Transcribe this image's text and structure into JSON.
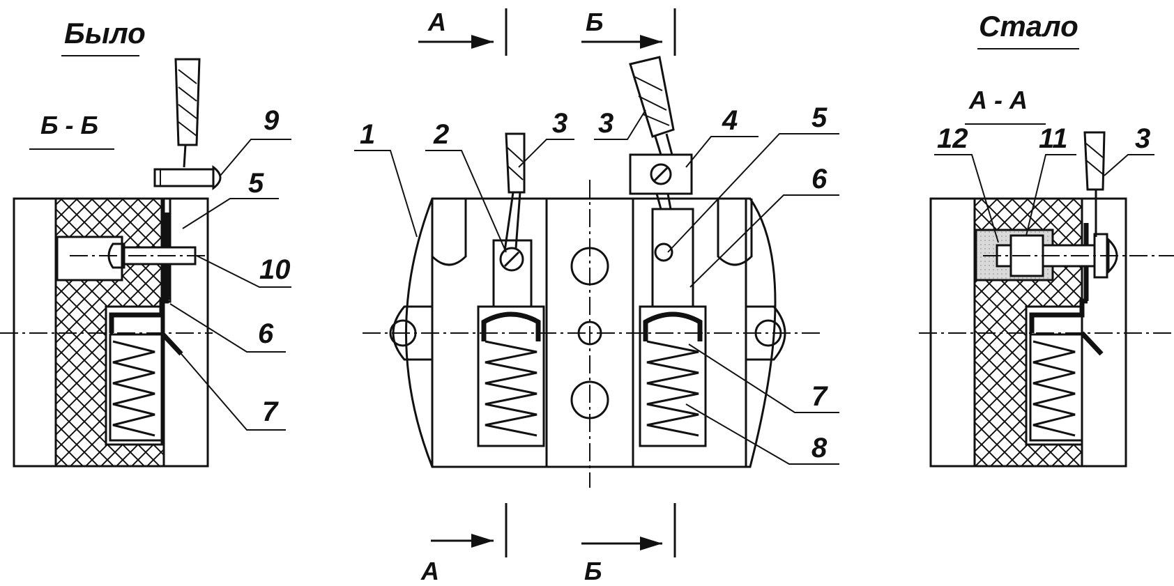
{
  "headings": {
    "before": "Было",
    "after": "Стало"
  },
  "sections": {
    "bb_view": "Б - Б",
    "aa_view": "А - А",
    "arrow_a": "А",
    "arrow_b": "Б"
  },
  "callouts": {
    "n1": "1",
    "n2": "2",
    "n3": "3",
    "n4": "4",
    "n5": "5",
    "n6": "6",
    "n7": "7",
    "n8": "8",
    "n9": "9",
    "n10": "10",
    "n11": "11",
    "n12": "12"
  },
  "colors": {
    "ink": "#111111",
    "paper": "#ffffff",
    "fill_gray": "#d9d9d9"
  }
}
